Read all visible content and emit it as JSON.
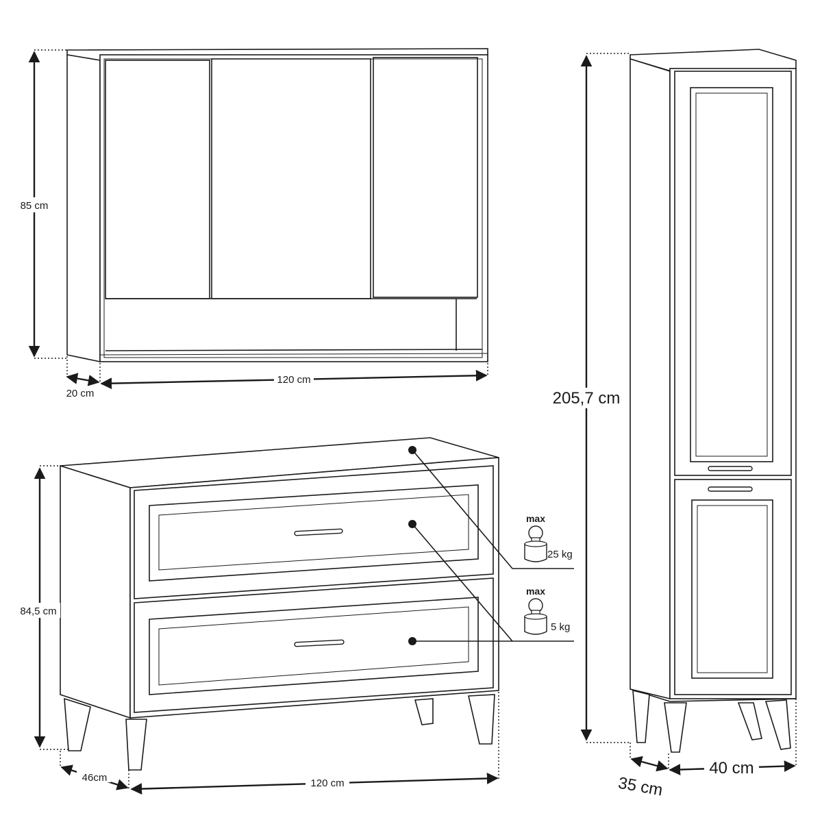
{
  "dimensions": {
    "mirror_cabinet_height": "85 cm",
    "mirror_cabinet_depth": "20 cm",
    "mirror_cabinet_width": "120 cm",
    "tall_cabinet_height": "205,7 cm",
    "tall_cabinet_depth": "35 cm",
    "tall_cabinet_width": "40 cm",
    "chest_height": "84,5 cm",
    "chest_depth": "46cm",
    "chest_width": "120 cm"
  },
  "load_ratings": [
    {
      "max_label": "max",
      "weight": "25 kg"
    },
    {
      "max_label": "max",
      "weight": "5 kg"
    }
  ],
  "colors": {
    "line": "#1a1a1a",
    "background": "#ffffff"
  }
}
